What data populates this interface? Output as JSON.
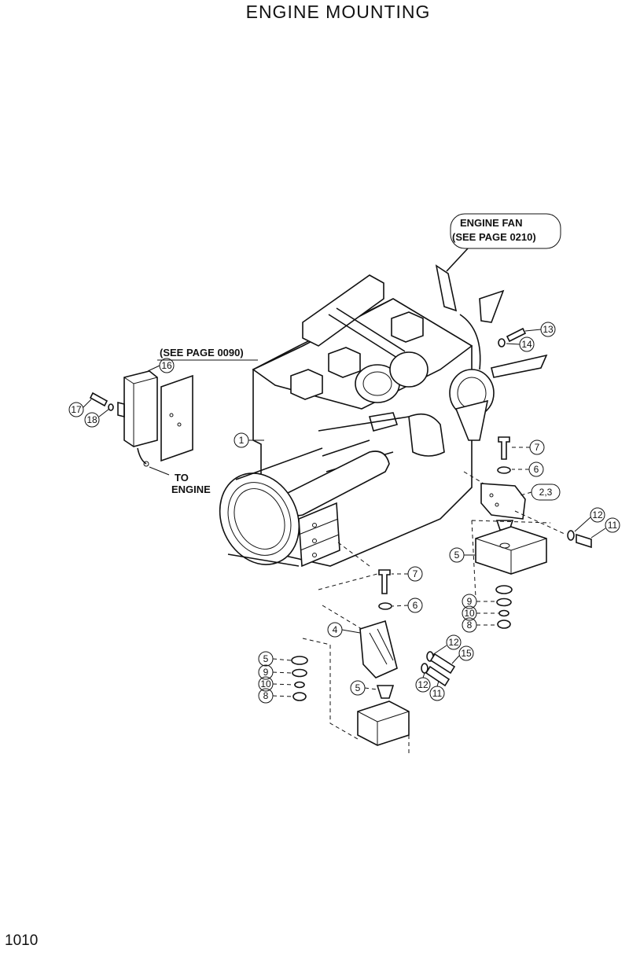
{
  "title": "ENGINE  MOUNTING",
  "page_number": "1010",
  "notes": {
    "engine_fan_line1": "ENGINE FAN",
    "engine_fan_line2": "(SEE PAGE 0210)",
    "see_page_0090": "(SEE PAGE 0090)",
    "to_engine_line1": "TO",
    "to_engine_line2": "ENGINE"
  },
  "callouts": {
    "c1": "1",
    "c2_3": "2,3",
    "c4": "4",
    "c5a": "5",
    "c5b": "5",
    "c5c": "5",
    "c6a": "6",
    "c6b": "6",
    "c7a": "7",
    "c7b": "7",
    "c8a": "8",
    "c8b": "8",
    "c9a": "9",
    "c9b": "9",
    "c10a": "10",
    "c10b": "10",
    "c11a": "11",
    "c11b": "11",
    "c12a": "12",
    "c12b": "12",
    "c12c": "12",
    "c13": "13",
    "c14": "14",
    "c15": "15",
    "c16": "16",
    "c17": "17",
    "c18": "18"
  }
}
